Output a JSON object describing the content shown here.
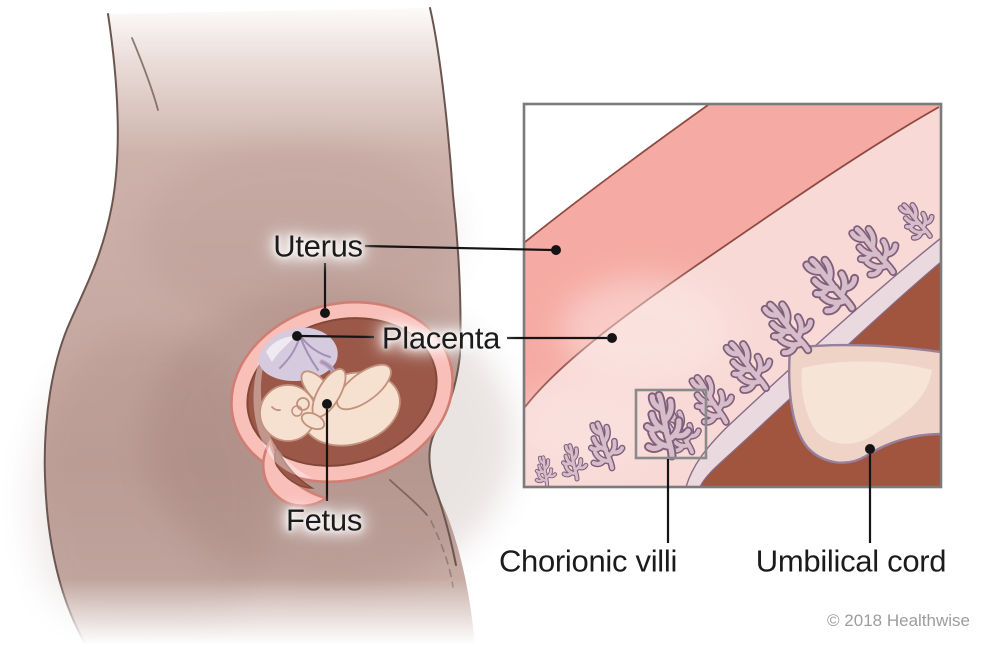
{
  "figure": {
    "type": "medical-illustration",
    "subject": "Placenta and chorionic villi in pregnancy",
    "labels": {
      "uterus": "Uterus",
      "placenta": "Placenta",
      "fetus": "Fetus",
      "chorionic_villi": "Chorionic villi",
      "umbilical_cord": "Umbilical cord"
    },
    "copyright": "© 2018 Healthwise",
    "colors": {
      "body_skin": "#c7aaa3",
      "outline_body": "#6a564f",
      "uterus_wall_pink": "#f9bfb9",
      "uterus_wall_outline": "#d07e73",
      "uterus_cavity": "#9b5848",
      "uterus_cavity_outline": "#83473a",
      "placenta_lavender": "#d6cadf",
      "fetus_skin": "#f6e1d1",
      "fetus_outline": "#c2917c",
      "inset_uterus_wall": "#f5aba3",
      "inset_placenta": "#f8d9d6",
      "intervillous_blood": "#a1543e",
      "intervillous_outline": "#7e3c2c",
      "villi_fill": "#d7bcc9",
      "villi_outline": "#7f5f7b",
      "umbilical_cord_fill": "#eed3c6",
      "umbilical_cord_outline": "#96809c",
      "inset_edge_line": "#8e4a42",
      "frame_gray": "#7b7b7b",
      "leader_line": "#141414",
      "label_text": "#1b1b1b",
      "copyright_gray": "#9d9d9d"
    }
  }
}
